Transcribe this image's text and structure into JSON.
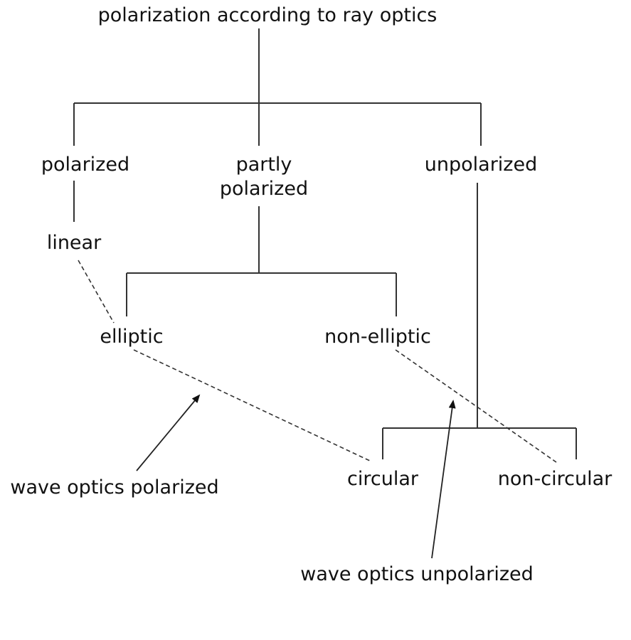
{
  "diagram": {
    "root": "polarization according to ray optics",
    "level1": {
      "polarized": "polarized",
      "partly_line1": "partly",
      "partly_line2": "polarized",
      "unpolarized": "unpolarized"
    },
    "linear": "linear",
    "elliptic": "elliptic",
    "non_elliptic": "non-elliptic",
    "circular": "circular",
    "non_circular": "non-circular",
    "wave_polarized": "wave optics polarized",
    "wave_unpolarized": "wave optics unpolarized"
  }
}
